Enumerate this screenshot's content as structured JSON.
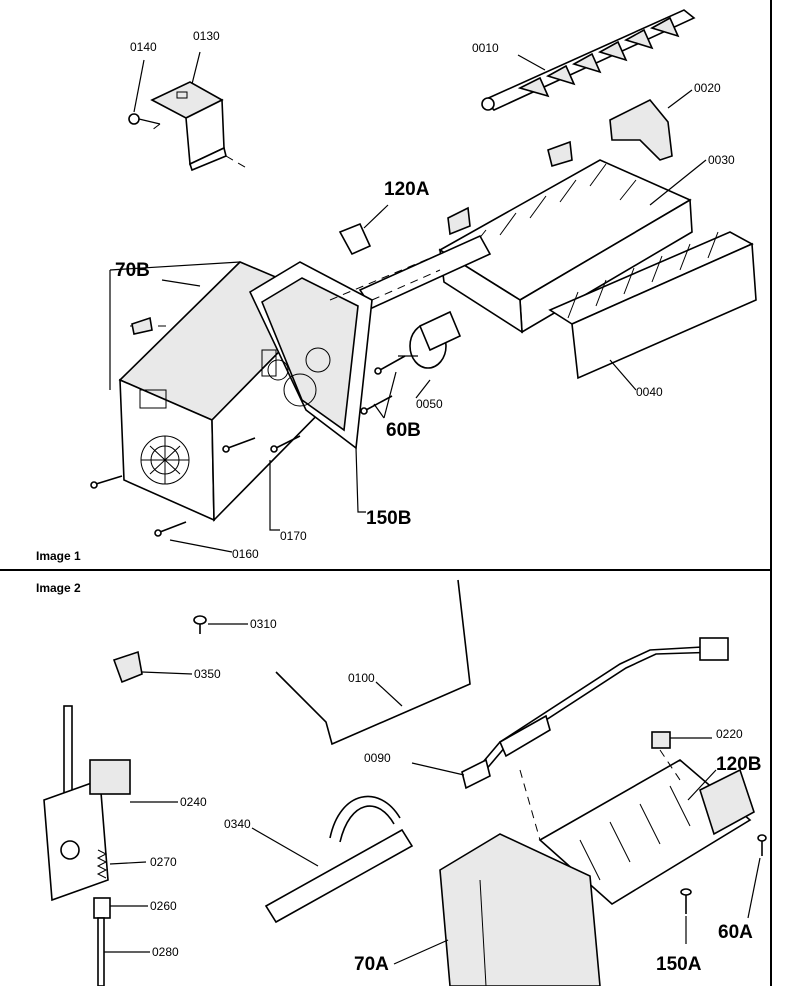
{
  "panels": {
    "top_caption": "Image 1",
    "bottom_caption": "Image 2"
  },
  "callouts_top": {
    "p0140": "0140",
    "p0130": "0130",
    "p0010": "0010",
    "p0020": "0020",
    "p0030": "0030",
    "p120A": "120A",
    "p70B": "70B",
    "p0050": "0050",
    "p60B": "60B",
    "p0040": "0040",
    "p150B": "150B",
    "p0170": "0170",
    "p0160": "0160"
  },
  "callouts_bottom": {
    "p0310": "0310",
    "p0350": "0350",
    "p0100": "0100",
    "p0220": "0220",
    "p120B": "120B",
    "p0090": "0090",
    "p0240": "0240",
    "p0340": "0340",
    "p0270": "0270",
    "p0260": "0260",
    "p0280": "0280",
    "p70A": "70A",
    "p150A": "150A",
    "p60A": "60A"
  }
}
